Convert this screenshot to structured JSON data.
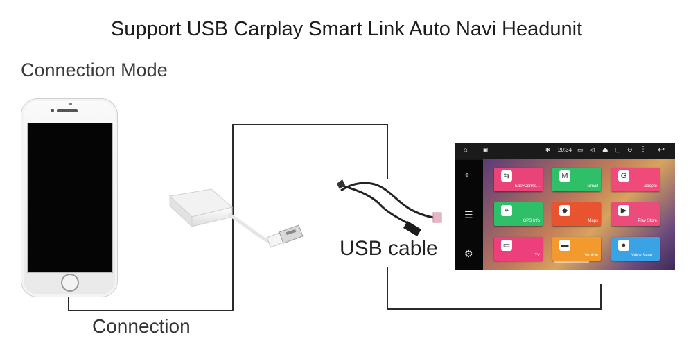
{
  "title": "Support USB Carplay Smart Link Auto Navi Headunit",
  "subtitle": "Connection Mode",
  "connection_label": "Connection",
  "usb_cable_label": "USB cable",
  "headunit": {
    "time": "20:34",
    "apps": [
      {
        "label": "EasyConne...",
        "color": "#e9437a",
        "icon": "link-icon"
      },
      {
        "label": "Gmail",
        "color": "#2fbf69",
        "icon": "gmail-icon"
      },
      {
        "label": "Google",
        "color": "#ef4a7a",
        "icon": "google-icon"
      },
      {
        "label": "GPS Info",
        "color": "#2fbf69",
        "icon": "gps-icon"
      },
      {
        "label": "Maps",
        "color": "#e8542f",
        "icon": "maps-icon"
      },
      {
        "label": "Play Store",
        "color": "#ea4c7c",
        "icon": "play-store-icon"
      },
      {
        "label": "TV",
        "color": "#ec3f7b",
        "icon": "tv-icon"
      },
      {
        "label": "Vehicle",
        "color": "#f29a2e",
        "icon": "vehicle-icon"
      },
      {
        "label": "Voice Searc...",
        "color": "#3aa3e6",
        "icon": "microphone-icon"
      }
    ]
  }
}
